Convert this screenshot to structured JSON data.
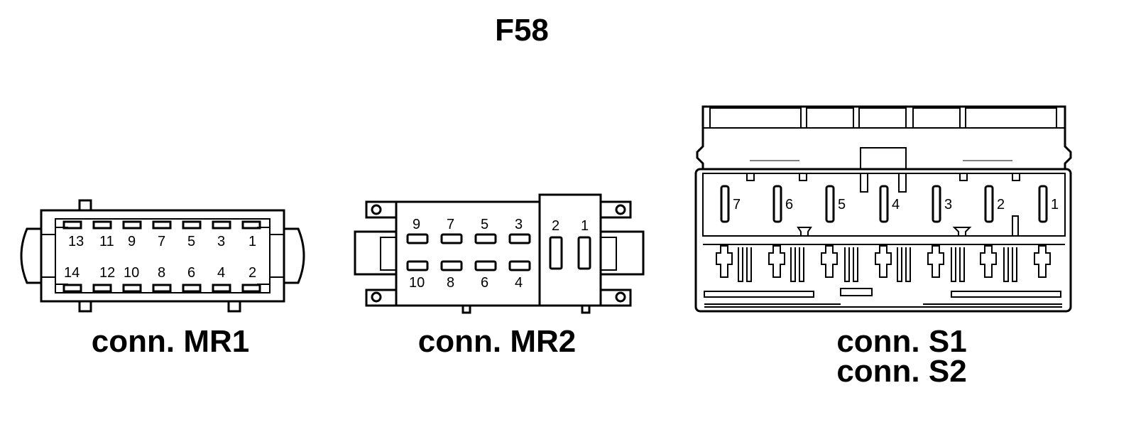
{
  "title": "F58",
  "connectors": {
    "mr1": {
      "label": "conn. MR1",
      "top_pins": [
        "13",
        "11",
        "9",
        "7",
        "5",
        "3",
        "1"
      ],
      "bottom_pins": [
        "14",
        "12",
        "10",
        "8",
        "6",
        "4",
        "2"
      ]
    },
    "mr2": {
      "label": "conn. MR2",
      "top_pins": [
        "9",
        "7",
        "5",
        "3"
      ],
      "bottom_pins": [
        "10",
        "8",
        "6",
        "4"
      ],
      "side_pins": [
        "2",
        "1"
      ]
    },
    "s1_s2": {
      "label_1": "conn. S1",
      "label_2": "conn. S2",
      "pins": [
        "7",
        "6",
        "5",
        "4",
        "3",
        "2",
        "1"
      ]
    }
  }
}
